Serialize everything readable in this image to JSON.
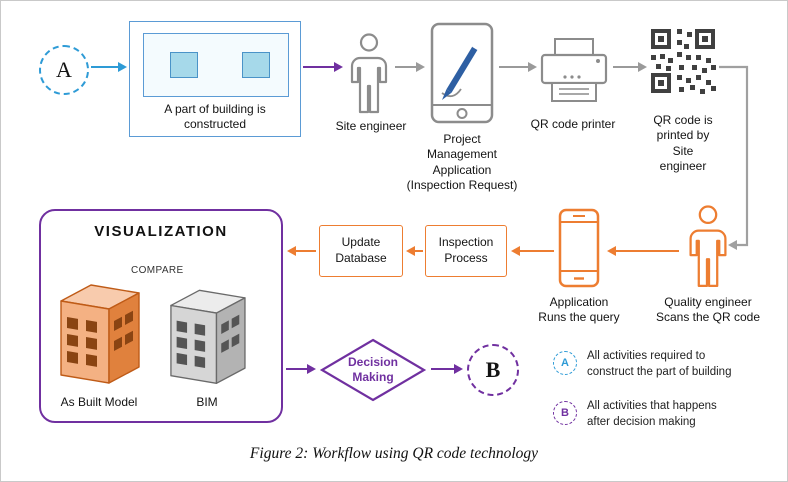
{
  "caption": "Figure 2: Workflow using QR code technology",
  "flow": {
    "start": "A",
    "building": "A part of building is\nconstructed",
    "site_engineer": "Site engineer",
    "pm_app": "Project\nManagement\nApplication\n(Inspection Request)",
    "qr_printer": "QR code printer",
    "qr_printed": "QR code is\nprinted by\nSite\nengineer",
    "quality_engineer": "Quality engineer\nScans the QR code",
    "application": "Application\nRuns the query",
    "inspection": "Inspection\nProcess",
    "update_db": "Update\nDatabase",
    "decision": "Decision\nMaking",
    "end": "B"
  },
  "visualization": {
    "title": "VISUALIZATION",
    "compare": "COMPARE",
    "as_built": "As Built Model",
    "bim": "BIM"
  },
  "legend": {
    "items": [
      {
        "symbol": "A",
        "text": "All activities required to\nconstruct the part of building"
      },
      {
        "symbol": "B",
        "text": "All activities that happens\nafter decision making"
      }
    ]
  },
  "colors": {
    "blue": "#2E9BD6",
    "purple": "#7030A0",
    "orange": "#ED7D31",
    "gray": "#9A9A9A"
  }
}
